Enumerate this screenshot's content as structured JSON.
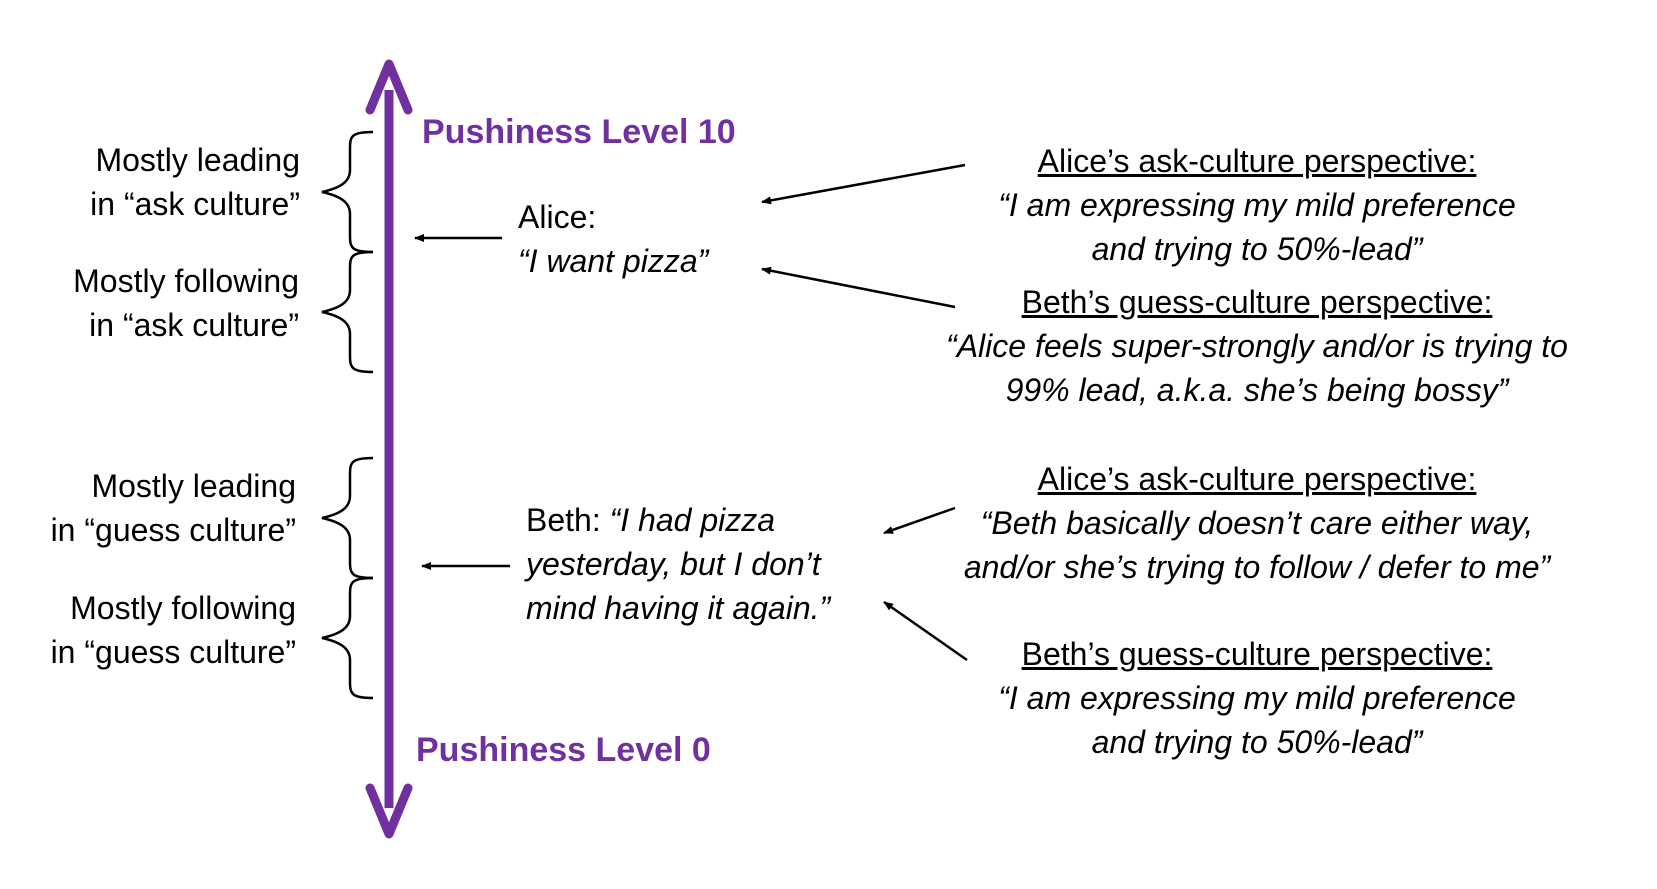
{
  "colors": {
    "axis": "#7030a0",
    "text": "#000000",
    "background": "#ffffff"
  },
  "axis": {
    "top_label": "Pushiness Level 10",
    "bottom_label": "Pushiness Level 0"
  },
  "brackets": [
    {
      "line1": "Mostly leading",
      "line2": "in “ask culture”"
    },
    {
      "line1": "Mostly following",
      "line2": "in “ask culture”"
    },
    {
      "line1": "Mostly leading",
      "line2": "in “guess culture”"
    },
    {
      "line1": "Mostly following",
      "line2": "in “guess culture”"
    }
  ],
  "statements": {
    "alice": {
      "speaker": "Alice:",
      "quote": "“I want pizza”"
    },
    "beth": {
      "speaker": "Beth: ",
      "quote_line1": "“I had pizza",
      "quote_line2": "yesterday, but I don’t",
      "quote_line3": "mind having it again.”"
    }
  },
  "perspectives": [
    {
      "heading": "Alice’s ask-culture perspective:",
      "line1": "“I am expressing my mild preference",
      "line2": "and trying to 50%-lead”"
    },
    {
      "heading": "Beth’s guess-culture perspective:",
      "line1": "“Alice feels super-strongly and/or is trying to",
      "line2": "99% lead, a.k.a. she’s being bossy”"
    },
    {
      "heading": "Alice’s ask-culture perspective:",
      "line1": "“Beth basically doesn’t care either way,",
      "line2": "and/or she’s trying to follow / defer to me”"
    },
    {
      "heading": "Beth’s guess-culture perspective:",
      "line1": "“I am expressing my mild preference",
      "line2": "and trying to 50%-lead”"
    }
  ]
}
